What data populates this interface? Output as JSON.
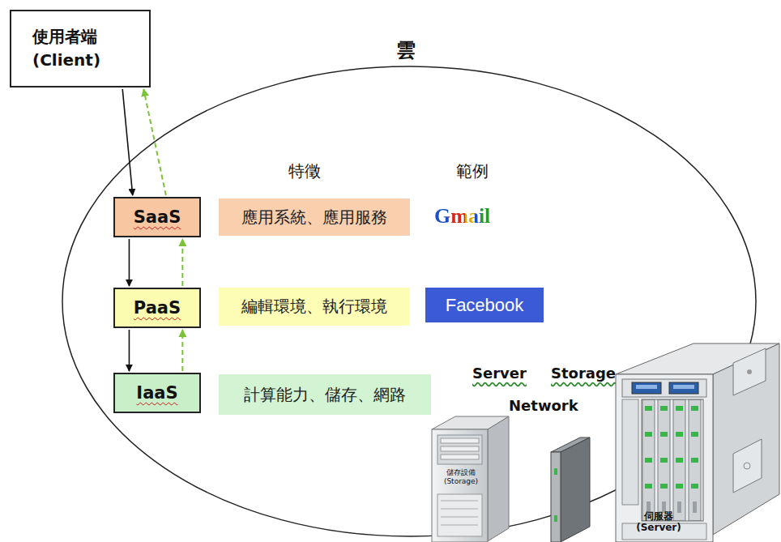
{
  "diagram": {
    "nodes": [
      {
        "text": [
          "使用者端 (Client)"
        ]
      },
      {
        "text": [
          "雲"
        ]
      },
      {
        "text": [
          "SaaS"
        ],
        "in": 1
      },
      {
        "text": [
          "應用系統、應用服務"
        ],
        "in": 1
      },
      {
        "text": [
          "PaaS"
        ],
        "in": 1
      },
      {
        "text": [
          "編輯環境、執行環境"
        ],
        "in": 1
      },
      {
        "text": [
          "Facebook"
        ],
        "in": 1
      },
      {
        "text": [
          "IaaS"
        ],
        "in": 1
      },
      {
        "text": [
          "計算能力、儲存、網路"
        ],
        "in": 1
      }
    ],
    "edges": [
      {
        "from": 0,
        "to": 2,
        "arrow": "to"
      },
      {
        "from": 2,
        "to": 0,
        "arrow": "to"
      },
      {
        "from": 2,
        "to": 4,
        "arrow": "to"
      },
      {
        "from": 4,
        "to": 2,
        "arrow": "to"
      },
      {
        "from": 4,
        "to": 7,
        "arrow": "to"
      },
      {
        "from": 7,
        "to": 4,
        "arrow": "to"
      }
    ],
    "labels": [
      "特徵",
      "範例",
      "Gmail",
      "Server",
      "Storage",
      "Network",
      "儲存設備 (Storage)",
      "伺服器 (Server)"
    ]
  }
}
